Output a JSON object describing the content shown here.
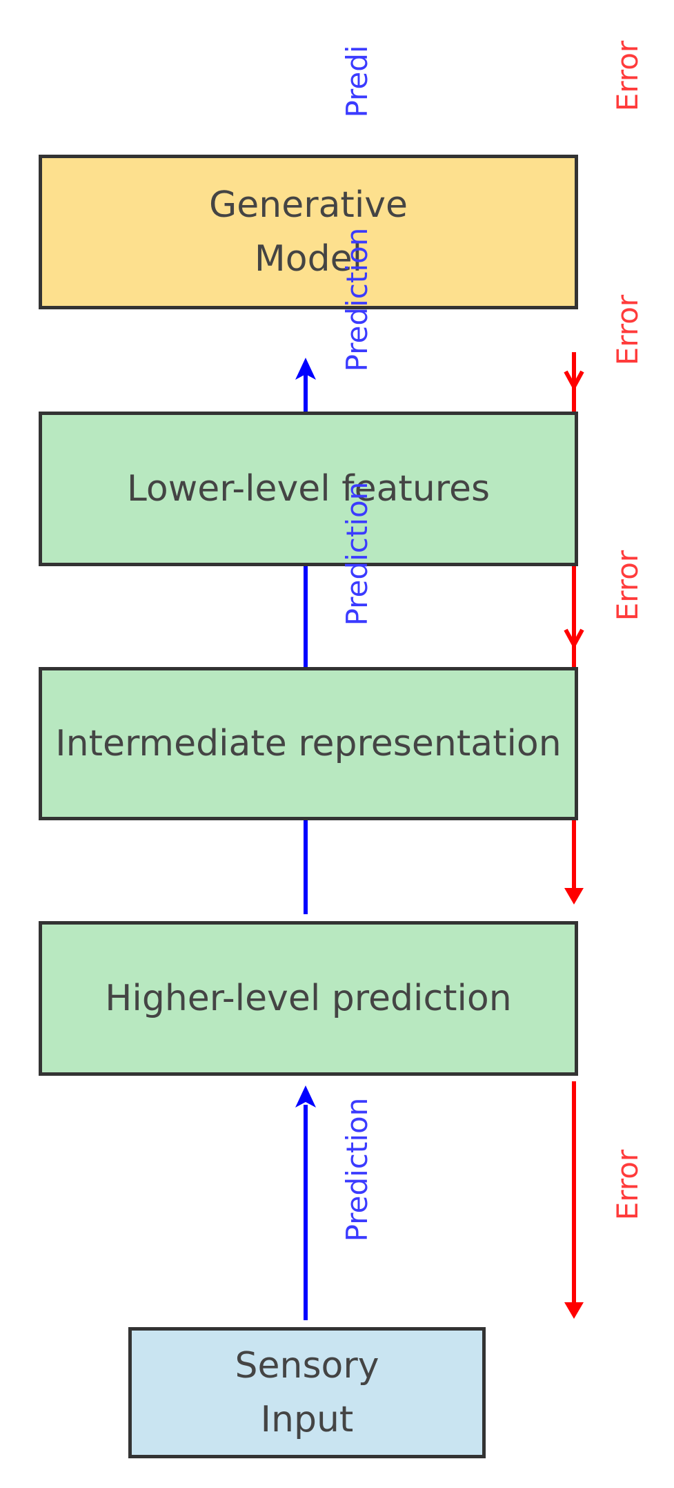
{
  "colors": {
    "generative_fill": "#fde08e",
    "feature_fill": "#b8e8c0",
    "sensory_fill": "#c9e4f1",
    "prediction": "#0000ff",
    "error": "#ff0000"
  },
  "boxes": {
    "generative_model": "Generative\nModel",
    "lower_level_features": "Lower-level features",
    "intermediate_representation": "Intermediate representation",
    "higher_level_prediction": "Higher-level prediction",
    "sensory_input": "Sensory\nInput"
  },
  "labels": {
    "prediction": "Prediction",
    "prediction_clipped": "Predi",
    "error": "Error"
  }
}
